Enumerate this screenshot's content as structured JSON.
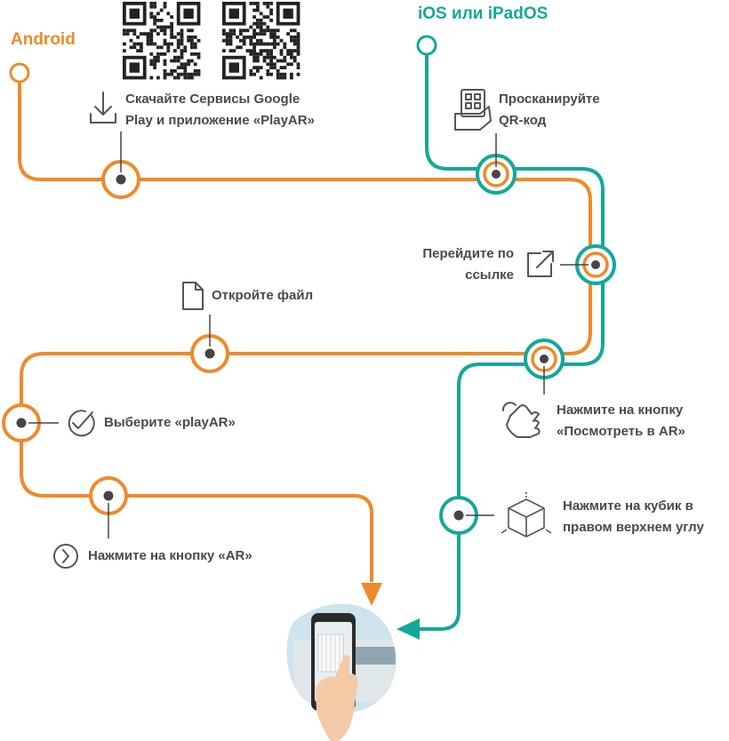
{
  "colors": {
    "android": "#ee8a2a",
    "ios": "#14a89a",
    "text": "#4a4a4a",
    "icon": "#555555"
  },
  "android": {
    "title": "Android",
    "steps": [
      {
        "line1": "Скачайте Сервисы Google",
        "line2": "Play и приложение «PlayAR»",
        "icon": "download-icon"
      },
      {
        "line1": "Откройте файл",
        "icon": "file-icon"
      },
      {
        "line1": "Выберите «playAR»",
        "icon": "check-circle-icon"
      },
      {
        "line1": "Нажмите на кнопку «AR»",
        "icon": "chevron-circle-icon"
      }
    ]
  },
  "ios": {
    "title": "iOS или iPadOS",
    "steps": [
      {
        "line1": "Просканируйте",
        "line2": "QR-код",
        "icon": "qr-scan-icon"
      },
      {
        "line1": "Перейдите по",
        "line2": "ссылке",
        "icon": "external-link-icon"
      },
      {
        "line1": "Нажмите на кнопку",
        "line2": "«Посмотреть в AR»",
        "icon": "tap-hand-icon"
      },
      {
        "line1": "Нажмите на кубик в",
        "line2": "правом верхнем углу",
        "icon": "cube-icon"
      }
    ]
  }
}
